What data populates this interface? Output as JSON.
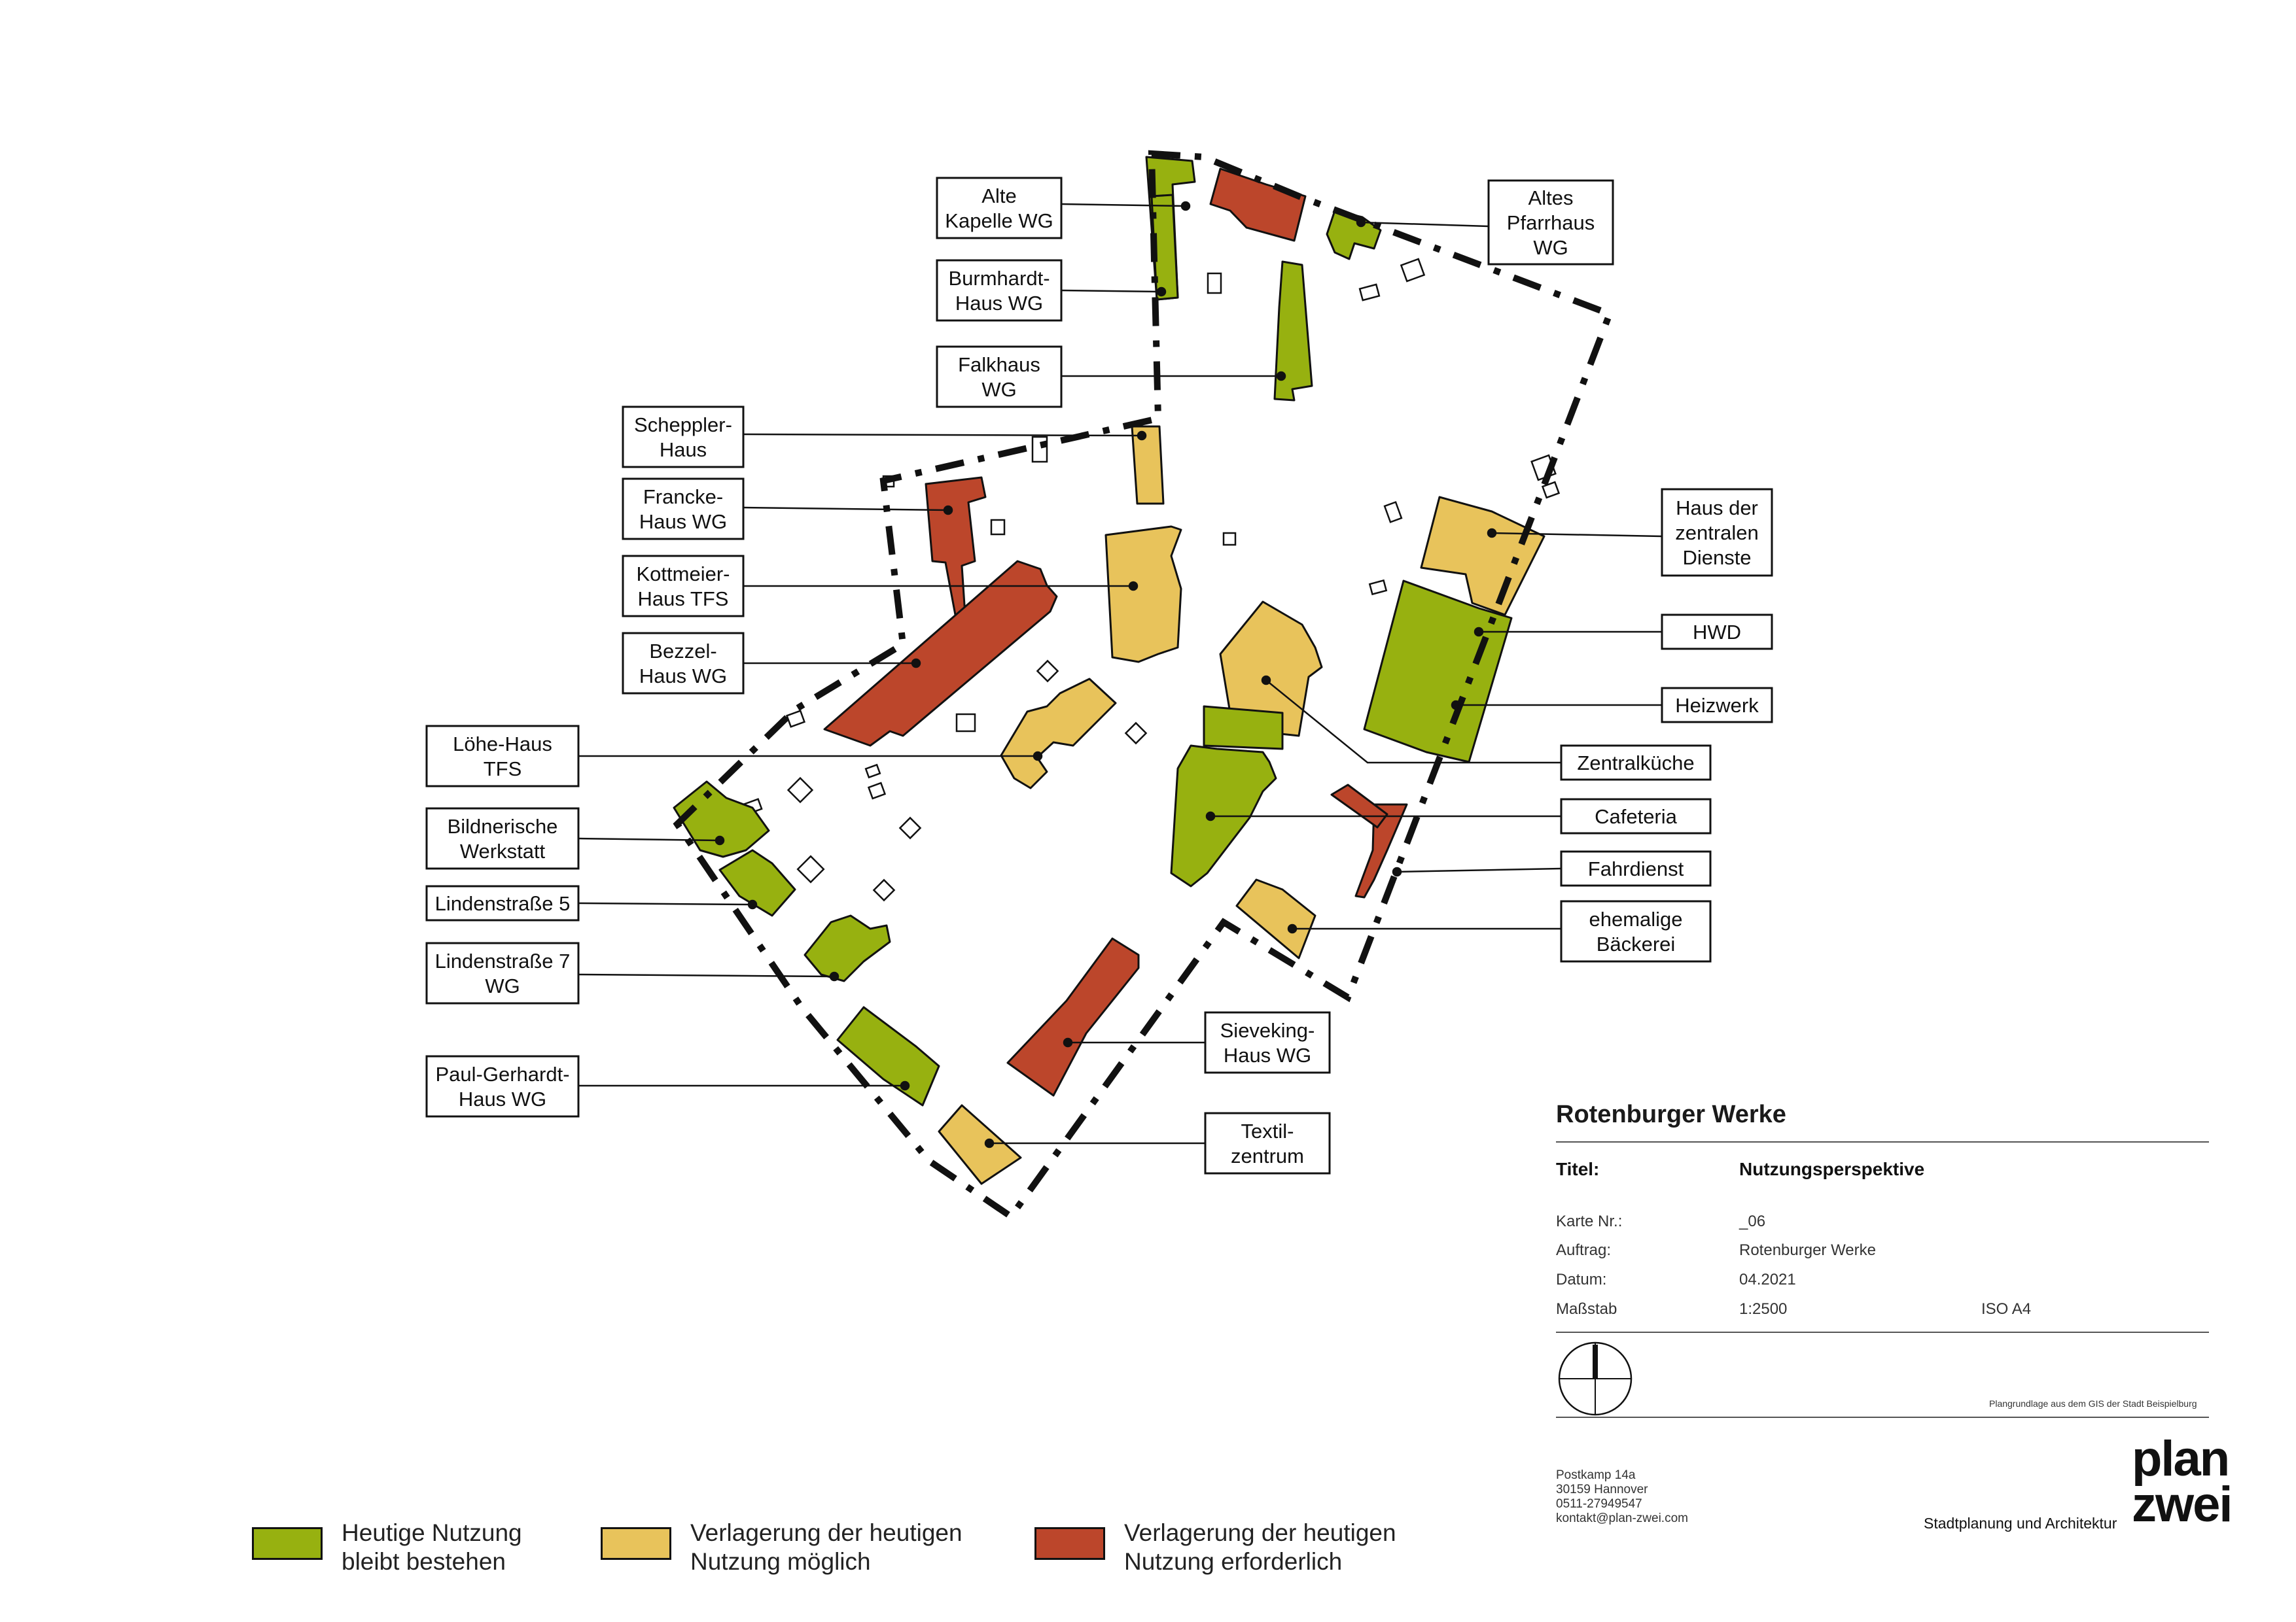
{
  "colors": {
    "green": "#97b110",
    "yellow": "#e8c35b",
    "red": "#bc462b",
    "outline": "#111111"
  },
  "labels": [
    {
      "id": "alte-kapelle",
      "lines": [
        "Alte",
        "Kapelle WG"
      ]
    },
    {
      "id": "burmhardt",
      "lines": [
        "Burmhardt-",
        "Haus WG"
      ]
    },
    {
      "id": "falkhaus",
      "lines": [
        "Falkhaus",
        "WG"
      ]
    },
    {
      "id": "scheppler",
      "lines": [
        "Scheppler-",
        "Haus"
      ]
    },
    {
      "id": "francke",
      "lines": [
        "Francke-",
        "Haus WG"
      ]
    },
    {
      "id": "kottmeier",
      "lines": [
        "Kottmeier-",
        "Haus TFS"
      ]
    },
    {
      "id": "bezzel",
      "lines": [
        "Bezzel-",
        "Haus WG"
      ]
    },
    {
      "id": "loehe",
      "lines": [
        "Löhe-Haus",
        "TFS"
      ]
    },
    {
      "id": "bildnerische",
      "lines": [
        "Bildnerische",
        "Werkstatt"
      ]
    },
    {
      "id": "lindenstr5",
      "lines": [
        "Lindenstraße 5"
      ]
    },
    {
      "id": "lindenstr7",
      "lines": [
        "Lindenstraße 7",
        "WG"
      ]
    },
    {
      "id": "paul-gerhardt",
      "lines": [
        "Paul-Gerhardt-",
        "Haus WG"
      ]
    },
    {
      "id": "altes-pfarrhaus",
      "lines": [
        "Altes",
        "Pfarrhaus",
        "WG"
      ]
    },
    {
      "id": "haus-zentrale-dienste",
      "lines": [
        "Haus der",
        "zentralen",
        "Dienste"
      ]
    },
    {
      "id": "hwd",
      "lines": [
        "HWD"
      ]
    },
    {
      "id": "heizwerk",
      "lines": [
        "Heizwerk"
      ]
    },
    {
      "id": "zentralkueche",
      "lines": [
        "Zentralküche"
      ]
    },
    {
      "id": "cafeteria",
      "lines": [
        "Cafeteria"
      ]
    },
    {
      "id": "fahrdienst",
      "lines": [
        "Fahrdienst"
      ]
    },
    {
      "id": "ehemalige-baeckerei",
      "lines": [
        "ehemalige",
        "Bäckerei"
      ]
    },
    {
      "id": "sieveking",
      "lines": [
        "Sieveking-",
        "Haus WG"
      ]
    },
    {
      "id": "textilzentrum",
      "lines": [
        "Textil-",
        "zentrum"
      ]
    }
  ],
  "legend": [
    {
      "color": "green",
      "lines": [
        "Heutige Nutzung",
        "bleibt bestehen"
      ]
    },
    {
      "color": "yellow",
      "lines": [
        "Verlagerung der heutigen",
        "Nutzung möglich"
      ]
    },
    {
      "color": "red",
      "lines": [
        "Verlagerung der heutigen",
        "Nutzung erforderlich"
      ]
    }
  ],
  "title_block": {
    "project": "Rotenburger Werke",
    "title_label": "Titel:",
    "title_value": "Nutzungsperspektive",
    "rows": [
      {
        "label": "Karte Nr.:",
        "value": "_06"
      },
      {
        "label": "Auftrag:",
        "value": "Rotenburger Werke"
      },
      {
        "label": "Datum:",
        "value": "04.2021"
      },
      {
        "label": "Maßstab",
        "value": "1:2500",
        "extra": "ISO A4"
      }
    ],
    "source_note": "Plangrundlage aus dem GIS der Stadt Beispielburg",
    "address": [
      "Postkamp 14a",
      "30159 Hannover",
      "0511-27949547",
      "kontakt@plan-zwei.com"
    ],
    "tagline": "Stadtplanung und Architektur",
    "logo_line1": "plan",
    "logo_line2": "zwei"
  }
}
